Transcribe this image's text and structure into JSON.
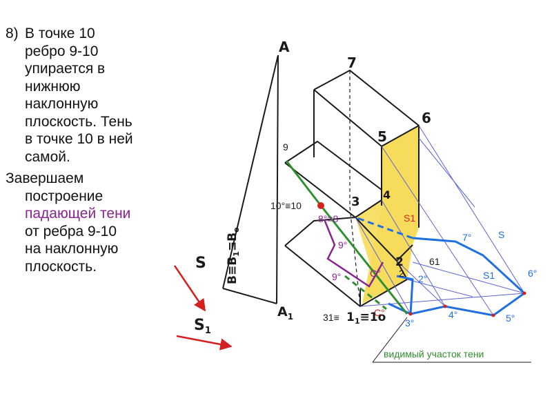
{
  "step": {
    "number": "8)",
    "line1": "В точке 10",
    "line2": "ребро 9-10",
    "line3": "упирается в",
    "line4": "нижнюю",
    "line5": "наклонную",
    "line6": "плоскость. Тень",
    "line7": "в точке 10 в ней",
    "line8": "самой."
  },
  "conclusion": {
    "line1": "Завершаем",
    "line2": "построение",
    "highlight": "падающей тени",
    "line4": "от ребра 9-10",
    "line5": "на наклонную",
    "line6": "плоскость."
  },
  "labels": {
    "A": "A",
    "A1": "A",
    "A1_sub": "1",
    "B_eq": "B≡B",
    "B1_sub": "1",
    "B_eq2": "≡B",
    "B0_sub": "o",
    "S_hand": "S",
    "S1_hand": "S",
    "S1_sub": "1",
    "v7": "7",
    "v6": "6",
    "v5": "5",
    "v9": "9",
    "v10": "10°≡10",
    "v3": "3",
    "v4": "4",
    "v8": "8°≡8",
    "v9o": "9°",
    "v9o2": "9°",
    "vC": "C°",
    "vC2": "C°",
    "v2": "2",
    "v2s": "2",
    "v2o": "2°",
    "v61": "61",
    "v31": "31≡",
    "v11": "1",
    "v11b": "1",
    "v11c": "≡1o",
    "v3o": "3°",
    "v4o": "4°",
    "v5o": "5°",
    "v6o": "6°",
    "v7o": "7°",
    "vS": "S",
    "vS1": "S1",
    "vS1b": "S1"
  },
  "caption": "видимый участок тени",
  "colors": {
    "text": "#111111",
    "highlight": "#8a2290",
    "edge": "#1a1a1a",
    "shade": "#f6dc5a",
    "ray": "#5a62d8",
    "shadow": "#1f6fe0",
    "green": "#2e8f2e",
    "purple": "#8a2290",
    "red": "#d62020"
  },
  "icons": [
    "arrow-s-icon",
    "arrow-s1-icon",
    "point-10-icon"
  ]
}
